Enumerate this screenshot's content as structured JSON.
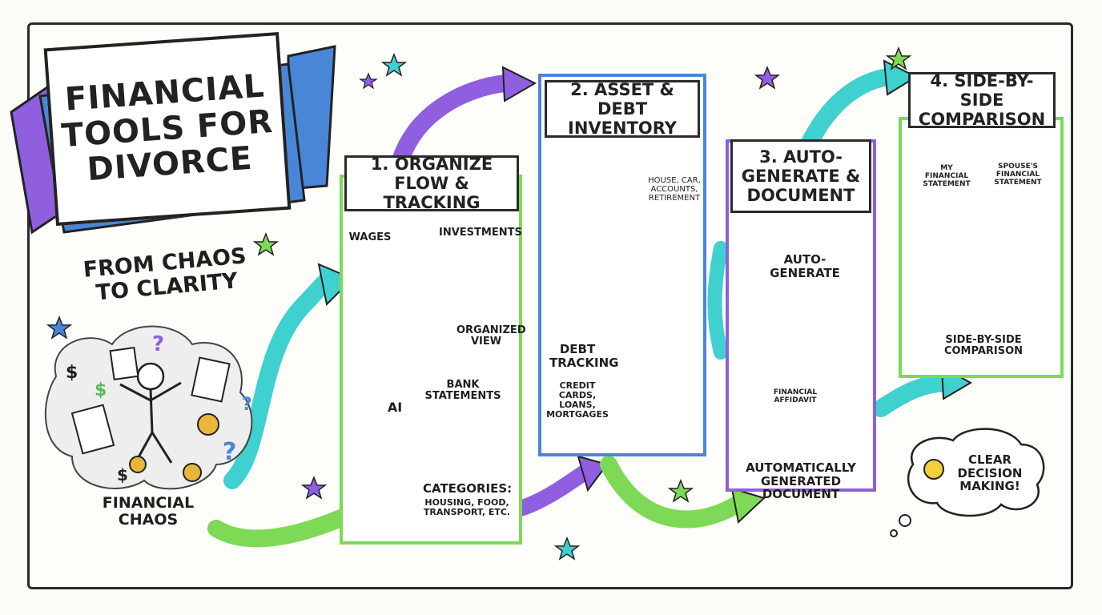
{
  "title": "FINANCIAL TOOLS FOR DIVORCE",
  "intro": {
    "headline": "FROM CHAOS TO CLARITY",
    "chaos_label": "FINANCIAL CHAOS"
  },
  "step1": {
    "heading": "1. ORGANIZE FLOW & TRACKING",
    "wages": "WAGES",
    "investments": "INVESTMENTS",
    "organized_view": "ORGANIZED VIEW",
    "bank_statements": "BANK STATEMENTS",
    "ai": "AI",
    "categories": "CATEGORIES:",
    "categories_list": "HOUSING, FOOD, TRANSPORT, ETC."
  },
  "step2": {
    "heading": "2. ASSET & DEBT INVENTORY",
    "assets_list": "HOUSE, CAR, ACCOUNTS, RETIREMENT",
    "debt_tracking": "DEBT TRACKING",
    "debt_list": "CREDIT CARDS, LOANS, MORTGAGES"
  },
  "step3": {
    "heading": "3. AUTO-GENERATE & DOCUMENT",
    "cloud": "AUTO-GENERATE",
    "document": "FINANCIAL AFFIDAVIT",
    "caption": "AUTOMATICALLY GENERATED DOCUMENT"
  },
  "step4": {
    "heading": "4. SIDE-BY-SIDE COMPARISON",
    "my_statement": "MY FINANCIAL STATEMENT",
    "spouse_statement": "SPOUSE'S FINANCIAL STATEMENT",
    "caption": "SIDE-BY-SIDE COMPARISON"
  },
  "outcome": "CLEAR DECISION MAKING!",
  "colors": {
    "green": "#7ed957",
    "teal": "#3fd0d0",
    "purple": "#8f5fe0",
    "blue": "#4a86d8",
    "money": "#5cb85c",
    "gold": "#e8b73a",
    "box": "#c99a5e"
  }
}
